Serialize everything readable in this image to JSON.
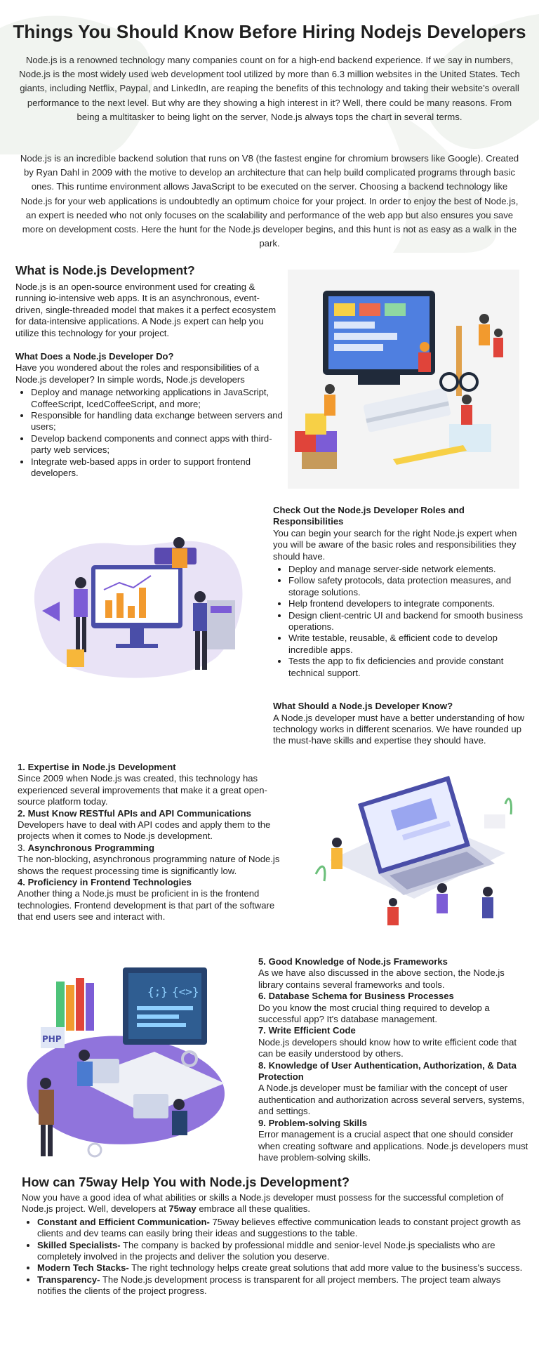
{
  "title": "Things You Should Know Before Hiring Nodejs Developers",
  "intro": {
    "p1": "Node.js is a renowned technology many companies count on for a high-end backend experience. If we say in numbers, Node.js is the most widely used web development tool utilized by more than 6.3 million websites in the United States. Tech giants, including Netflix, Paypal, and LinkedIn, are reaping the benefits of this technology and taking their website’s overall performance to the next level. But why are they showing a high interest in it? Well, there could be many reasons. From being a multitasker to being light on the server, Node.js always tops the chart in several terms.",
    "p2": "Node.js is an incredible backend solution that runs on V8 (the fastest engine for chromium browsers like Google). Created by Ryan Dahl in 2009 with the motive to develop an architecture that can help build complicated programs through basic ones. This runtime environment allows JavaScript to be executed on the server. Choosing a backend technology like Node.js for your web applications is undoubtedly an optimum choice for your project. In order to enjoy the best of Node.js, an expert is needed who not only focuses on the scalability and performance of the web app but also ensures you save more on development costs. Here the hunt for the Node.js developer begins, and this hunt is not as easy as a walk in the park."
  },
  "what_is": {
    "heading": "What is Node.js Development?",
    "body": "Node.js is an open-source environment used for creating & running io-intensive web apps. It is an asynchronous, event-driven, single-threaded model that makes it a perfect ecosystem for data-intensive applications. A Node.js expert can help you utilize this technology for your project.",
    "do_heading": "What Does a Node.js Developer Do?",
    "do_body": "Have you wondered about the roles and responsibilities of a Node.js developer? In simple words, Node.js developers",
    "do_items": [
      "Deploy and manage networking applications in JavaScript, CoffeeScript, IcedCoffeeScript, and more;",
      "Responsible for handling data exchange between servers and users;",
      "Develop backend components and connect apps with third-party web services;",
      "Integrate web-based apps in order to support frontend developers."
    ]
  },
  "roles": {
    "heading": "Check Out the Node.js Developer Roles and Responsibilities",
    "body": "You can begin your search for the right Node.js expert when you will be aware of the basic roles and responsibilities they should have.",
    "items": [
      "Deploy and manage server-side network elements.",
      "Follow safety protocols, data protection measures, and storage solutions.",
      "Help frontend developers to integrate components.",
      "Design client-centric UI and backend for smooth business operations.",
      "Write testable, reusable, & efficient code to develop incredible apps.",
      "Tests the app to fix deficiencies and provide constant technical support."
    ],
    "know_heading": "What Should a Node.js Developer Know?",
    "know_body": "A Node.js developer must have a better understanding of how technology works in different scenarios. We have rounded up the must-have skills and expertise they should have."
  },
  "skills_a": [
    {
      "num": "1.",
      "title": "Expertise in Node.js Development",
      "body": "Since 2009 when Node.js was created, this technology has experienced several improvements that make it a great open-source platform today."
    },
    {
      "num": "2.",
      "title": "Must Know RESTful APIs and API Communications",
      "body": "Developers have to deal with API codes and apply them to the projects when it comes to Node.js development."
    },
    {
      "num": "3.",
      "title": "Asynchronous Programming",
      "body": "The non-blocking, asynchronous programming nature of Node.js shows the request processing time is significantly low."
    },
    {
      "num": "4.",
      "title": "Proficiency in Frontend Technologies",
      "body": "Another thing a Node.js must be proficient in is the frontend technologies. Frontend development is that part of the software that end users see and interact with."
    }
  ],
  "skills_b": [
    {
      "num": "5.",
      "title": "Good Knowledge of Node.js Frameworks",
      "body": "As we have also discussed in the above section, the Node.js library contains several frameworks and tools."
    },
    {
      "num": "6.",
      "title": "Database Schema for Business Processes",
      "body": "Do you know the most crucial thing required to develop a successful app? It's database management."
    },
    {
      "num": "7.",
      "title": "Write Efficient Code",
      "body": "Node.js developers should know how to write efficient code that can be easily understood by others."
    },
    {
      "num": "8.",
      "title": "Knowledge of User Authentication, Authorization, & Data Protection",
      "body": "A Node.js developer must be familiar with the concept of user authentication and authorization across several servers, systems, and settings."
    },
    {
      "num": "9.",
      "title": "Problem-solving Skills",
      "body": "Error management is a crucial aspect that one should consider when creating software and applications. Node.js developers must have problem-solving skills."
    }
  ],
  "help": {
    "heading": "How can 75way Help You with Node.js Development?",
    "body_pre": "Now you have a good idea of what abilities or skills a Node.js developer must possess for the successful completion of Node.js project. Well, developers at ",
    "body_brand": "75way",
    "body_post": " embrace all these qualities.",
    "items": [
      {
        "title": "Constant and Efficient Communication-",
        "body": " 75way believes effective communication leads to constant project growth as clients and dev teams can easily bring their ideas and suggestions to the table."
      },
      {
        "title": "Skilled Specialists-",
        "body": " The company is backed by professional middle and senior-level Node.js specialists who are completely involved in the projects and deliver the solution you deserve."
      },
      {
        "title": "Modern Tech Stacks-",
        "body": " The right technology helps create great solutions that add more value to the business's success."
      },
      {
        "title": "Transparency-",
        "body": " The Node.js development process is transparent for all project members. The project team always notifies the clients of the project progress."
      }
    ]
  },
  "illustrations": {
    "team_board": "team-building-dashboard-illustration",
    "analytics": "analytics-presentation-illustration",
    "laptop": "laptop-web-development-illustration",
    "coding": "coding-desk-illustration",
    "php_label": "PHP"
  },
  "colors": {
    "text": "#1e1e1e",
    "swirl": "#f2f5f1",
    "accent_purple": "#7c5cd6",
    "accent_blue": "#2f6fd6",
    "accent_orange": "#f29a2e",
    "accent_red": "#e0443a"
  }
}
